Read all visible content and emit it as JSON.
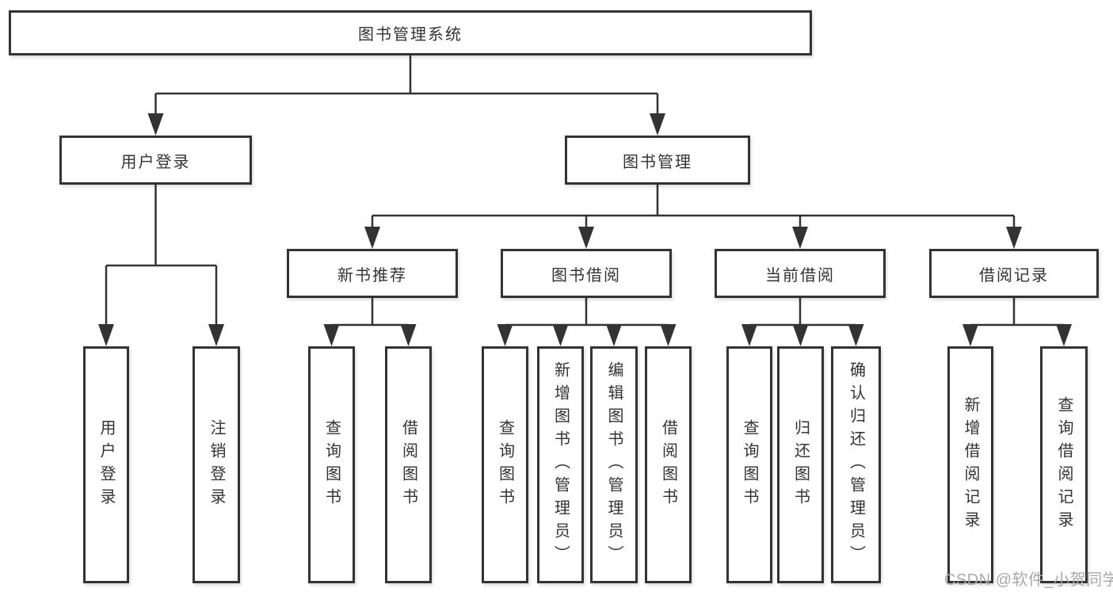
{
  "tree": {
    "label": "图书管理系统",
    "children": [
      {
        "label": "用户登录",
        "children": [
          {
            "label": "用户登录"
          },
          {
            "label": "注销登录"
          }
        ]
      },
      {
        "label": "图书管理",
        "children": [
          {
            "label": "新书推荐",
            "children": [
              {
                "label": "查询图书"
              },
              {
                "label": "借阅图书"
              }
            ]
          },
          {
            "label": "图书借阅",
            "children": [
              {
                "label": "查询图书"
              },
              {
                "label": "新增图书（管理员）"
              },
              {
                "label": "编辑图书（管理员）"
              },
              {
                "label": "借阅图书"
              }
            ]
          },
          {
            "label": "当前借阅",
            "children": [
              {
                "label": "查询图书"
              },
              {
                "label": "归还图书"
              },
              {
                "label": "确认归还（管理员）"
              }
            ]
          },
          {
            "label": "借阅记录",
            "children": [
              {
                "label": "新增借阅记录"
              },
              {
                "label": "查询借阅记录"
              }
            ]
          }
        ]
      }
    ]
  },
  "watermark": "CSDN @软件_小贺同学",
  "colors": {
    "line": "#333333",
    "box_fill": "#ffffff",
    "text": "#333333",
    "watermark": "#a8a8a8"
  }
}
